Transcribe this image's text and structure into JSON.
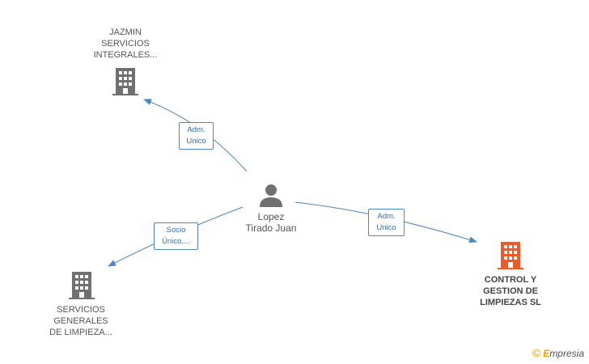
{
  "colors": {
    "edge": "#4a86c8",
    "building_default": "#707070",
    "building_highlight": "#f05a28",
    "person": "#707070",
    "brand_accent": "#ff9800"
  },
  "nodes": {
    "jazmin": {
      "label": "JAZMIN\nSERVICIOS\nINTEGRALES...",
      "icon": "building-icon"
    },
    "servicios": {
      "label": "SERVICIOS\nGENERALES\nDE LIMPIEZA...",
      "icon": "building-icon"
    },
    "control": {
      "label": "CONTROL Y\nGESTION DE\nLIMPIEZAS SL",
      "icon": "building-icon"
    },
    "person": {
      "label": "Lopez\nTirado Juan",
      "icon": "person-icon"
    }
  },
  "edges": {
    "to_jazmin": "Adm.\nUnico",
    "to_servicios": "Socio\nÚnico,...",
    "to_control": "Adm.\nUnico"
  },
  "brand": {
    "copyright": "©",
    "e": "E",
    "rest": "mpresia"
  }
}
